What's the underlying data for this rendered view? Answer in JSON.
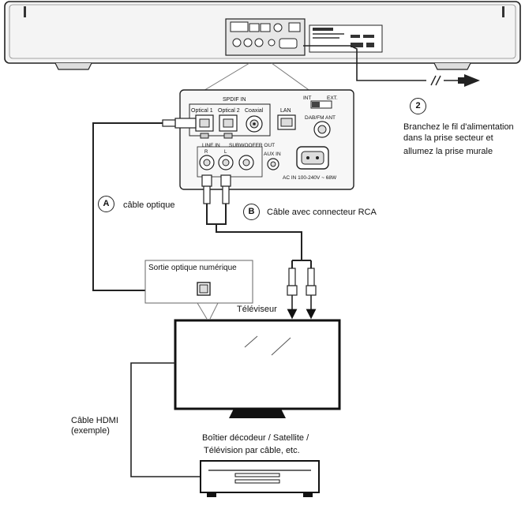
{
  "soundbar": {
    "top_labels": {
      "brand": "",
      "info": ""
    }
  },
  "panel": {
    "spdif_in": "SPDIF IN",
    "optical1": "Optical 1",
    "optical2": "Optical 2",
    "coaxial": "Coaxial",
    "lan": "LAN",
    "int": "INT",
    "ext": "EXT.",
    "dab_fm_ant": "DAB/FM ANT",
    "line_in": "LINE IN",
    "line_r": "R",
    "line_l": "L",
    "subwoofer_out": "SUBWOOFER OUT",
    "aux_in": "AUX IN",
    "ac_in": "AC IN 100-240V ~ 68W"
  },
  "step2": {
    "number": "2",
    "line1": "Branchez le fil d'alimentation",
    "line2": "dans la prise secteur et",
    "line3": "allumez la prise murale"
  },
  "cable_a": {
    "letter": "A",
    "label": "câble optique"
  },
  "cable_b": {
    "letter": "B",
    "label": "Câble avec connecteur RCA"
  },
  "optical_out_box": {
    "label": "Sortie optique numérique"
  },
  "tv": {
    "label": "Téléviseur"
  },
  "hdmi": {
    "line1": "Câble HDMI",
    "line2": "(exemple)"
  },
  "stb": {
    "line1": "Boîtier décodeur / Satellite /",
    "line2": "Télévision par câble, etc."
  }
}
